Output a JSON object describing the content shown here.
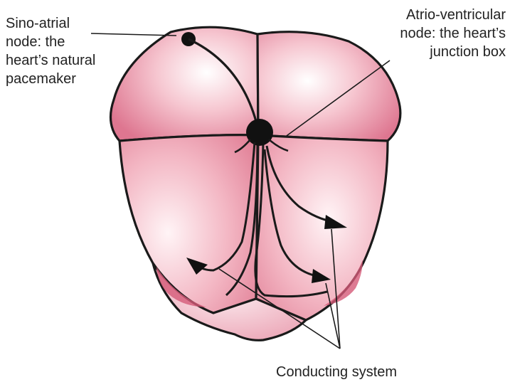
{
  "labels": {
    "sa_line1": "Sino-atrial",
    "sa_line2": "node: the",
    "sa_line3": "heart’s natural",
    "sa_line4": "pacemaker",
    "av_line1": "Atrio-ventricular",
    "av_line2": "node: the heart’s",
    "av_line3": "junction box",
    "conducting": "Conducting system"
  },
  "colors": {
    "outline": "#1a1a1a",
    "tissue_light": "#fbe6ea",
    "tissue_mid": "#ef9fb0",
    "tissue_dark": "#d8657f",
    "node": "#111111"
  }
}
